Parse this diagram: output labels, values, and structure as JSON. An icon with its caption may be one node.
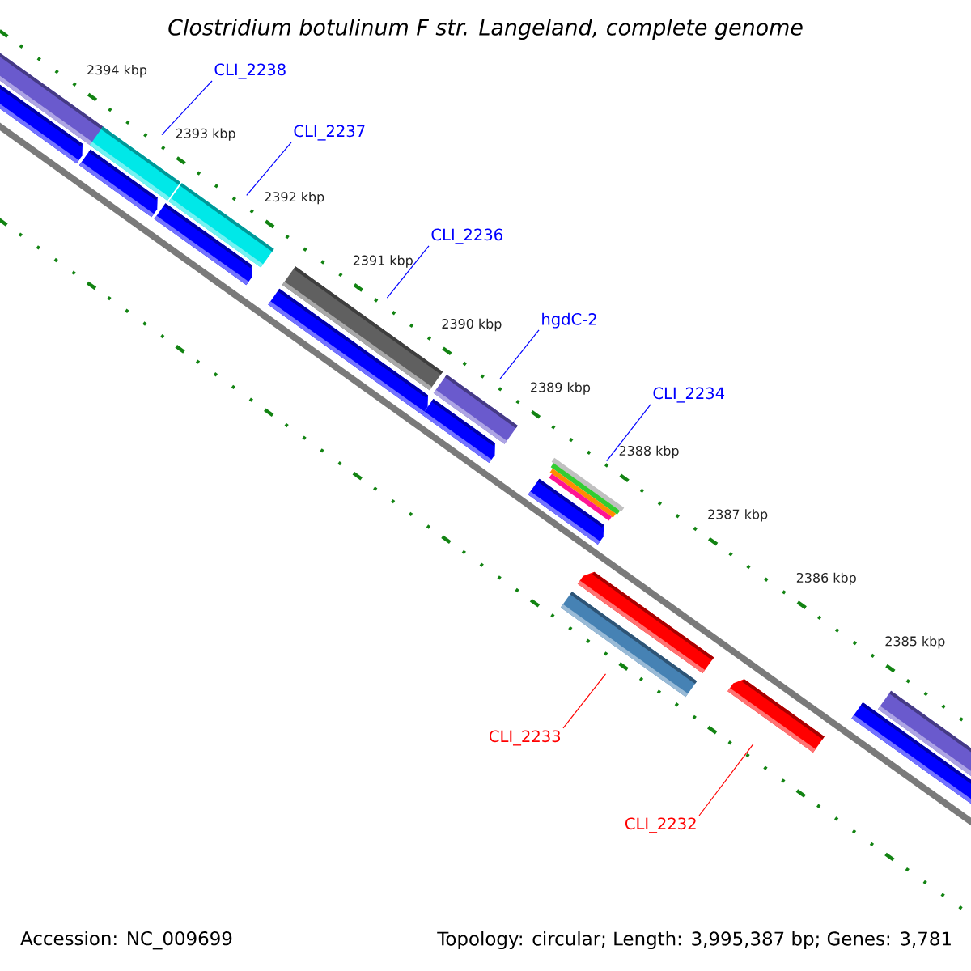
{
  "diagram": {
    "title": "Clostridium botulinum F str. Langeland, complete genome",
    "nodes": [
      {
        "text": [
          "CLI_2238"
        ]
      },
      {
        "text": [],
        "shape": "bar"
      },
      {
        "text": [
          "CLI_2237"
        ]
      },
      {
        "text": [],
        "shape": "bar"
      },
      {
        "text": [
          "CLI_2236"
        ]
      },
      {
        "text": [],
        "shape": "bar"
      },
      {
        "text": [
          "hgdC-2"
        ]
      },
      {
        "text": [],
        "shape": "bar"
      },
      {
        "text": [
          "CLI_2234"
        ]
      },
      {
        "text": [],
        "shape": "bar"
      },
      {
        "text": [
          "CLI_2233"
        ]
      },
      {
        "text": [],
        "shape": "bar"
      },
      {
        "text": [
          "CLI_2232"
        ]
      },
      {
        "text": [],
        "shape": "bar"
      }
    ],
    "edges": [
      {
        "from": 0,
        "to": 1,
        "arrow": "none"
      },
      {
        "from": 2,
        "to": 3,
        "arrow": "none"
      },
      {
        "from": 4,
        "to": 5,
        "arrow": "none"
      },
      {
        "from": 6,
        "to": 7,
        "arrow": "none"
      },
      {
        "from": 8,
        "to": 9,
        "arrow": "none"
      },
      {
        "from": 10,
        "to": 11,
        "arrow": "none",
        "color": "#ff0000"
      },
      {
        "from": 12,
        "to": 13,
        "arrow": "none",
        "color": "#ff0000"
      }
    ],
    "labels": [
      "2394 kbp",
      "2393 kbp",
      "2392 kbp",
      "2391 kbp",
      "2390 kbp",
      "2389 kbp",
      "2388 kbp",
      "2387 kbp",
      "2386 kbp",
      "2385 kbp",
      "Accession: NC_009699",
      "Topology: circular; Length: 3,995,387 bp; Genes: 3,781"
    ]
  }
}
